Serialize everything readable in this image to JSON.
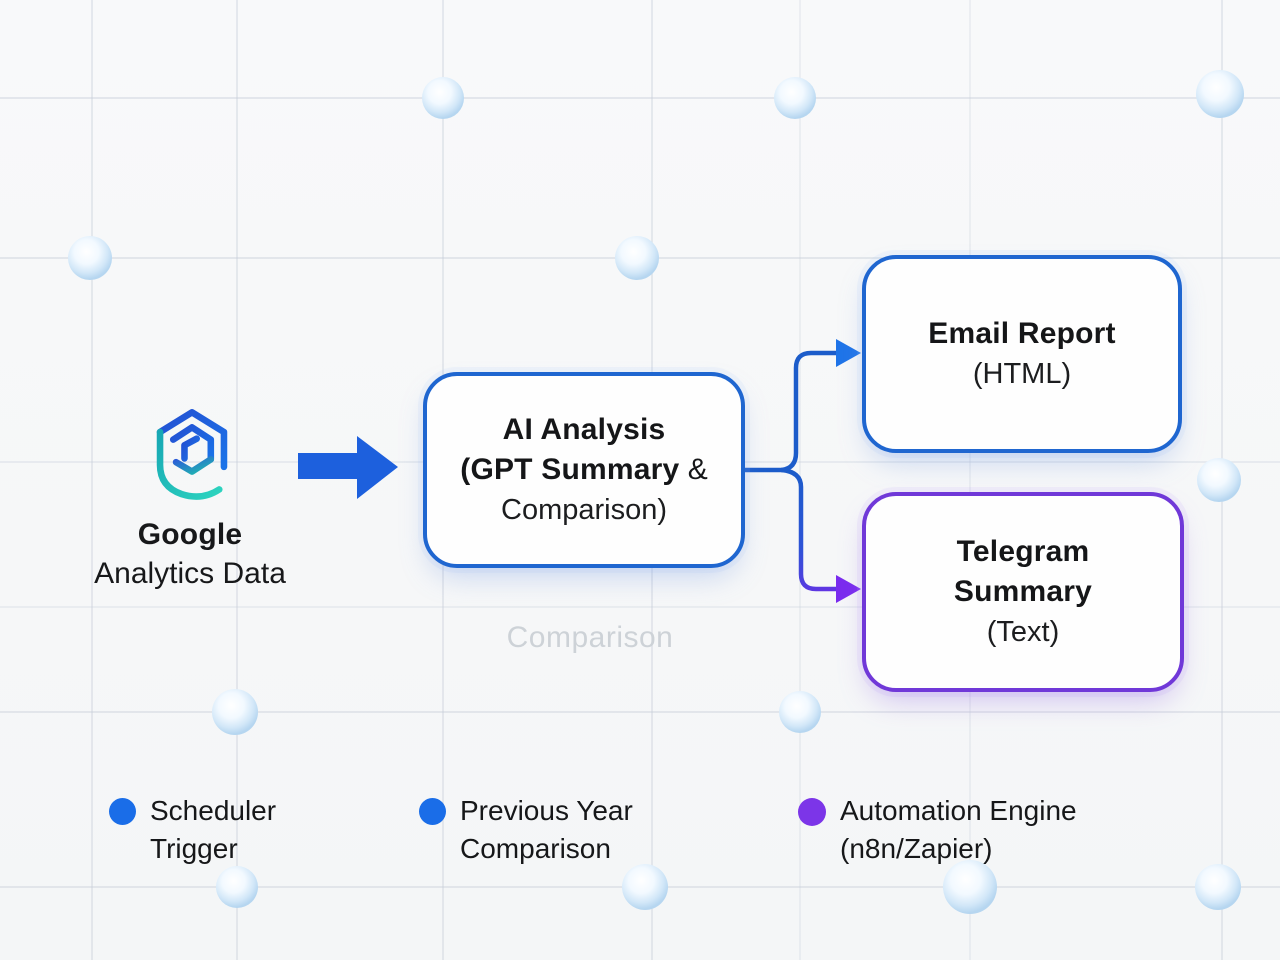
{
  "diagram": {
    "source": {
      "logo_icon": "hexagon-spiral-analytics-logo",
      "title": "Google",
      "subtitle": "Analytics Data"
    },
    "flow_arrow_icon": "block-arrow-right",
    "analysis_box": {
      "title": "AI Analysis",
      "line2_bold": "(GPT Summary",
      "line2_tail": "&",
      "line3": "Comparison)"
    },
    "email_box": {
      "title": "Email Report",
      "subtitle": "(HTML)"
    },
    "telegram_box": {
      "title_line1": "Telegram",
      "title_line2": "Summary",
      "subtitle": "(Text)"
    },
    "watermark": "Comparison"
  },
  "legend": [
    {
      "line1": "Scheduler",
      "line2": "Trigger",
      "color": "#1a6de8"
    },
    {
      "line1": "Previous Year",
      "line2": "Comparison",
      "color": "#1a6de8"
    },
    {
      "line1": "Automation Engine",
      "line2": "(n8n/Zapier)",
      "color": "#7c35e8"
    }
  ],
  "colors": {
    "flow_arrow_blue": "#1d60dd",
    "connector_blue": "#1c5cca",
    "arrowhead_blue": "#1f74e8",
    "arrowhead_purple": "#7a2cee",
    "box_border_blue": "#1f66d0",
    "box_border_purple": "#7038d8",
    "logo_blue": "#2450d2",
    "logo_teal": "#1cb8ae",
    "watermark_gray": "#cdd2d7"
  }
}
